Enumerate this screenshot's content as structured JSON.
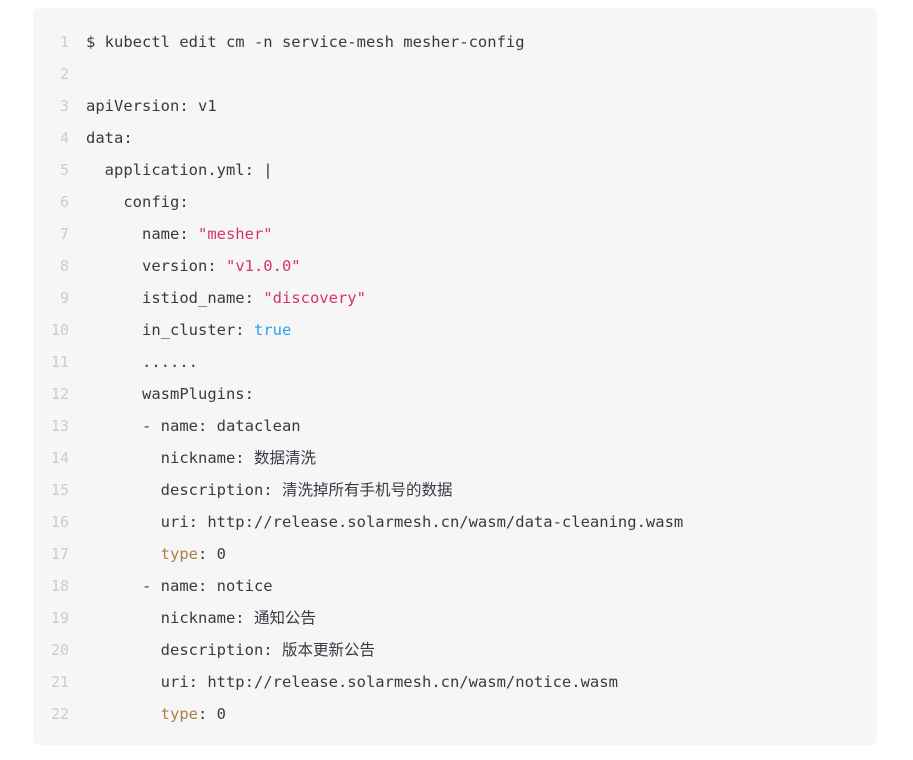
{
  "code_block": {
    "language": "yaml",
    "background_color": "#f6f6f7",
    "text_color": "#383a42",
    "line_number_color": "#c9ccd1",
    "colors": {
      "string": "#d6336c",
      "boolean": "#22a6f1",
      "highlight_key": "#b07d48",
      "plain": "#383a42"
    },
    "lines": [
      {
        "number": "1",
        "tokens": [
          {
            "text": "$ kubectl edit cm -n service-mesh mesher-config",
            "type": "plain"
          }
        ]
      },
      {
        "number": "2",
        "tokens": []
      },
      {
        "number": "3",
        "tokens": [
          {
            "text": "apiVersion: v1",
            "type": "plain"
          }
        ]
      },
      {
        "number": "4",
        "tokens": [
          {
            "text": "data:",
            "type": "plain"
          }
        ]
      },
      {
        "number": "5",
        "tokens": [
          {
            "text": "  application.yml: |",
            "type": "plain"
          }
        ]
      },
      {
        "number": "6",
        "tokens": [
          {
            "text": "    config:",
            "type": "plain"
          }
        ]
      },
      {
        "number": "7",
        "tokens": [
          {
            "text": "      name: ",
            "type": "plain"
          },
          {
            "text": "\"mesher\"",
            "type": "string"
          }
        ]
      },
      {
        "number": "8",
        "tokens": [
          {
            "text": "      version: ",
            "type": "plain"
          },
          {
            "text": "\"v1.0.0\"",
            "type": "string"
          }
        ]
      },
      {
        "number": "9",
        "tokens": [
          {
            "text": "      istiod_name: ",
            "type": "plain"
          },
          {
            "text": "\"discovery\"",
            "type": "string"
          }
        ]
      },
      {
        "number": "10",
        "tokens": [
          {
            "text": "      in_cluster: ",
            "type": "plain"
          },
          {
            "text": "true",
            "type": "boolean"
          }
        ]
      },
      {
        "number": "11",
        "tokens": [
          {
            "text": "      ......",
            "type": "plain"
          }
        ]
      },
      {
        "number": "12",
        "tokens": [
          {
            "text": "      wasmPlugins:",
            "type": "plain"
          }
        ]
      },
      {
        "number": "13",
        "tokens": [
          {
            "text": "      - name: dataclean",
            "type": "plain"
          }
        ]
      },
      {
        "number": "14",
        "tokens": [
          {
            "text": "        nickname: ",
            "type": "plain"
          },
          {
            "text": "数据清洗",
            "type": "plain-cjk"
          }
        ]
      },
      {
        "number": "15",
        "tokens": [
          {
            "text": "        description: ",
            "type": "plain"
          },
          {
            "text": "清洗掉所有手机号的数据",
            "type": "plain-cjk"
          }
        ]
      },
      {
        "number": "16",
        "tokens": [
          {
            "text": "        uri: http://release.solarmesh.cn/wasm/data-cleaning.wasm",
            "type": "plain"
          }
        ]
      },
      {
        "number": "17",
        "tokens": [
          {
            "text": "        type",
            "type": "highlight_key"
          },
          {
            "text": ": 0",
            "type": "plain"
          }
        ]
      },
      {
        "number": "18",
        "tokens": [
          {
            "text": "      - name: notice",
            "type": "plain"
          }
        ]
      },
      {
        "number": "19",
        "tokens": [
          {
            "text": "        nickname: ",
            "type": "plain"
          },
          {
            "text": "通知公告",
            "type": "plain-cjk"
          }
        ]
      },
      {
        "number": "20",
        "tokens": [
          {
            "text": "        description: ",
            "type": "plain"
          },
          {
            "text": "版本更新公告",
            "type": "plain-cjk"
          }
        ]
      },
      {
        "number": "21",
        "tokens": [
          {
            "text": "        uri: http://release.solarmesh.cn/wasm/notice.wasm",
            "type": "plain"
          }
        ]
      },
      {
        "number": "22",
        "tokens": [
          {
            "text": "        type",
            "type": "highlight_key"
          },
          {
            "text": ": 0",
            "type": "plain"
          }
        ]
      }
    ]
  }
}
